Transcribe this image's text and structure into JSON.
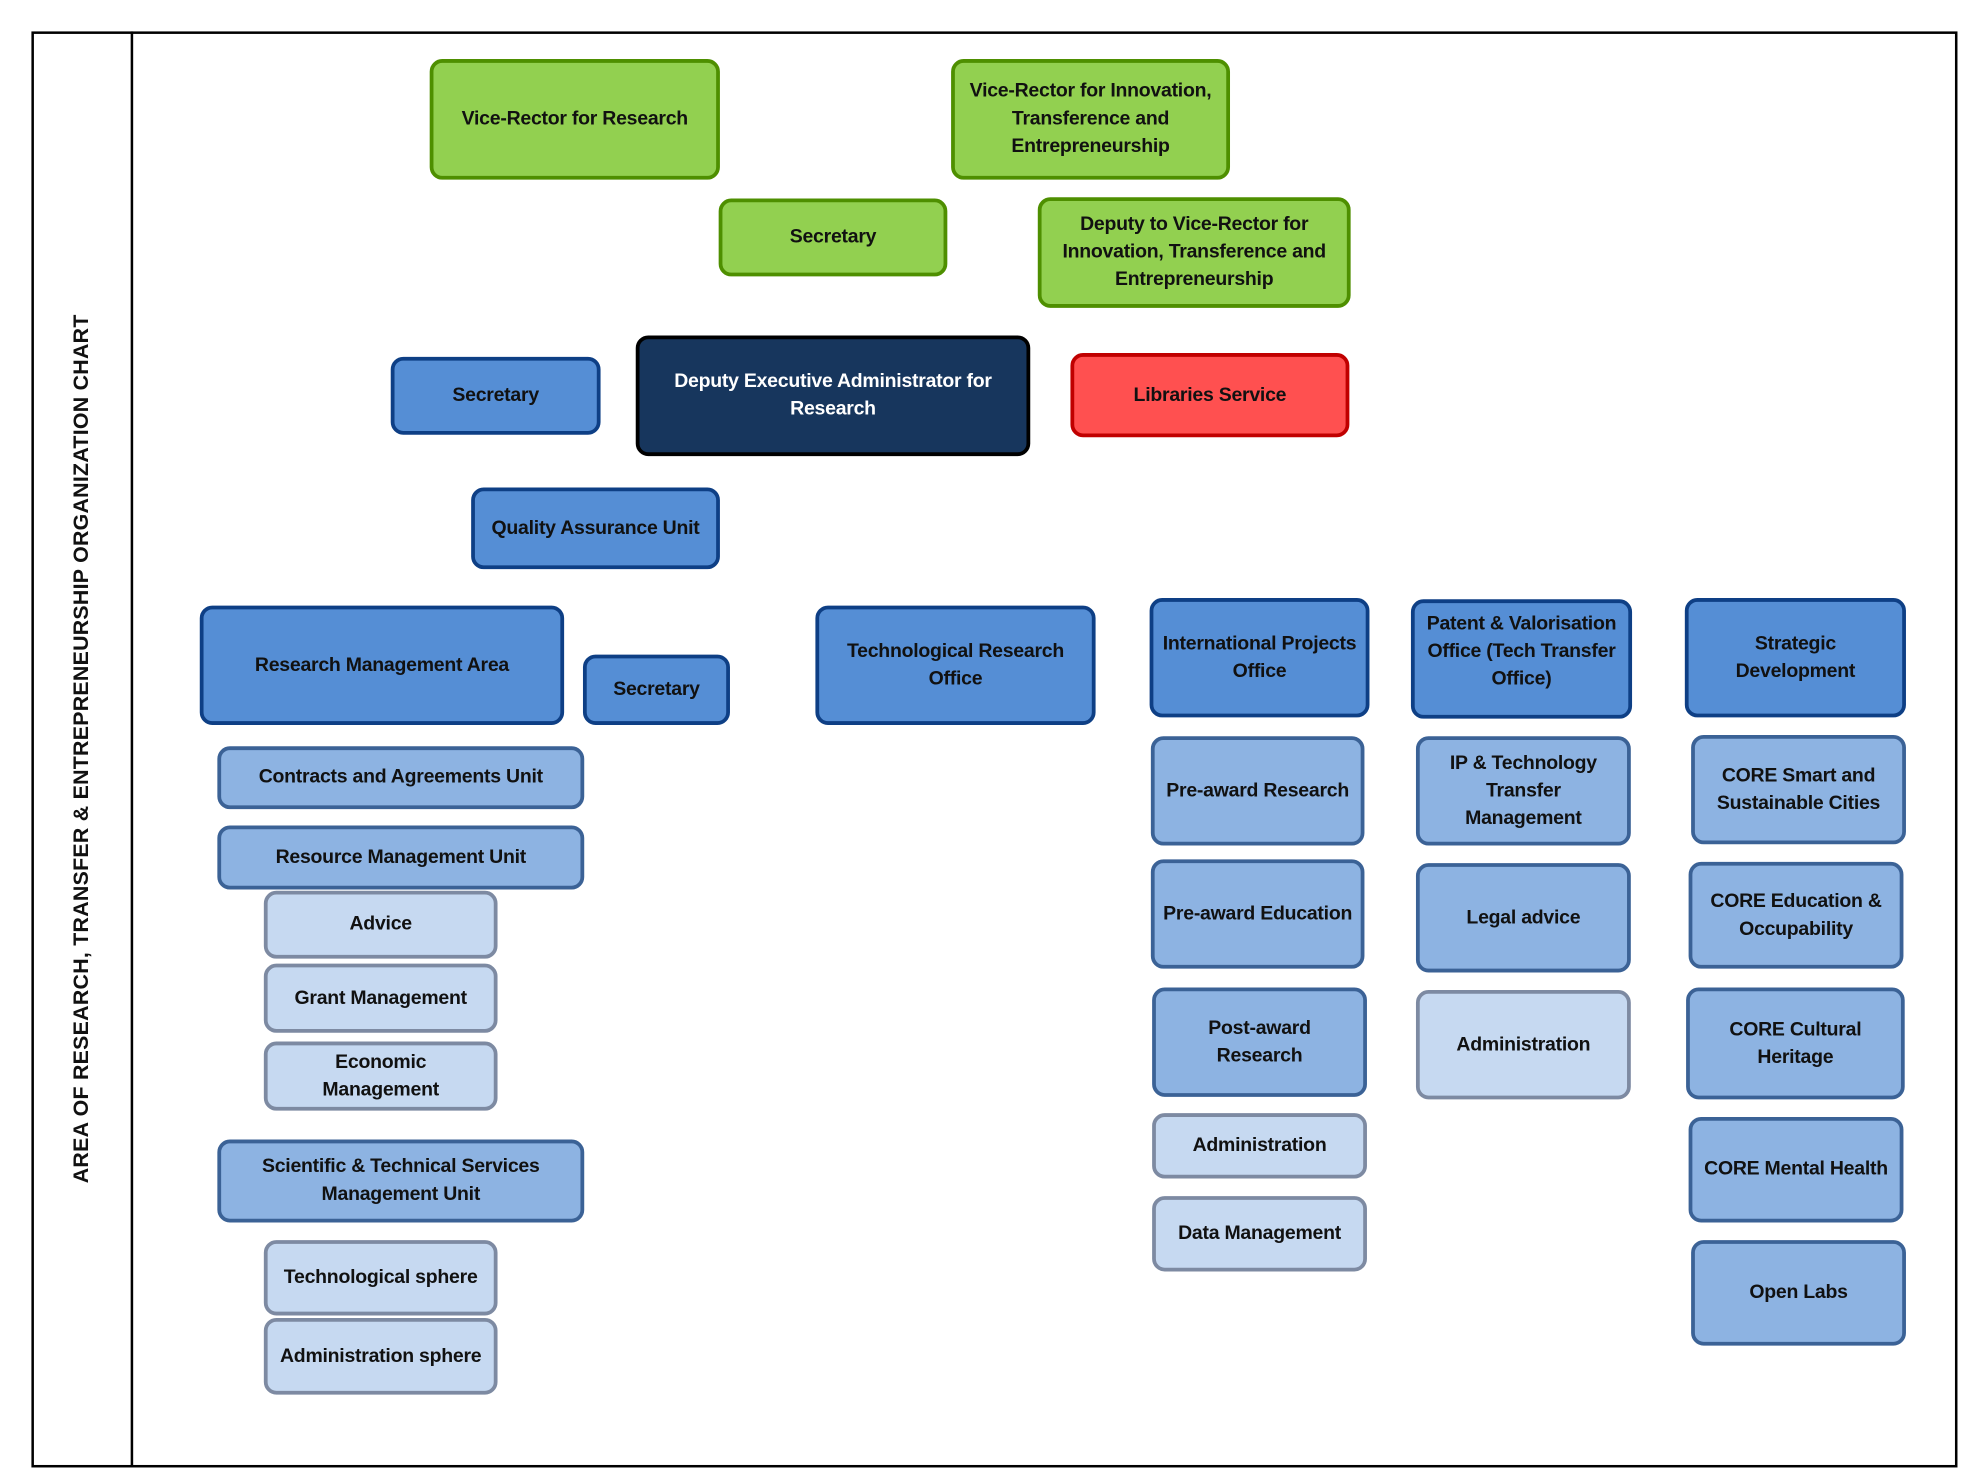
{
  "title": "AREA OF RESEARCH, TRANSFER & ENTREPRENEURSHIP ORGANIZATION CHART",
  "colors": {
    "green": "#92d050",
    "blue": "#558ed5",
    "navy": "#17365d",
    "red": "#ff5050",
    "mid_blue": "#8db3e2",
    "light_blue": "#c6d9f1"
  },
  "boxes": [
    "Vice-Rector for Research",
    "Vice-Rector for Innovation, Transference and Entrepreneurship",
    "Secretary",
    "Deputy to Vice-Rector for Innovation, Transference and Entrepreneurship",
    "Secretary",
    "Deputy Executive Administrator for Research",
    "Libraries Service",
    "Quality Assurance Unit",
    "Research Management Area",
    "Secretary",
    "Technological Research Office",
    "International Projects Office",
    "Patent & Valorisation Office (Tech Transfer Office)",
    "Strategic Development",
    "Contracts and Agreements Unit",
    "Resource Management Unit",
    "Advice",
    "Grant Management",
    "Economic Management",
    "Scientific & Technical Services Management Unit",
    "Technological sphere",
    "Administration sphere",
    "Pre-award Research",
    "Pre-award Education",
    "Post-award Research",
    "Administration",
    "Data Management",
    "IP & Technology Transfer Management",
    "Legal advice",
    "Administration",
    "CORE Smart and Sustainable Cities",
    "CORE Education & Occupability",
    "CORE Cultural Heritage",
    "CORE Mental Health",
    "Open Labs"
  ]
}
